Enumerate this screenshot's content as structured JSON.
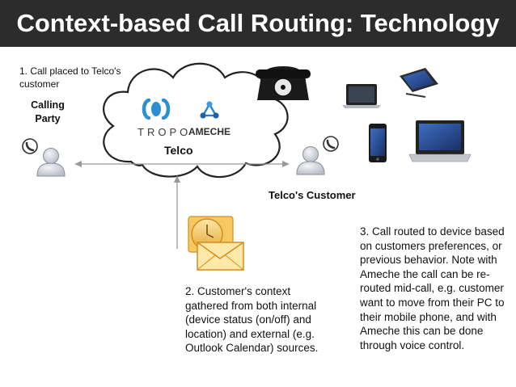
{
  "title": "Context-based Call Routing: Technology",
  "step1": "1. Call placed to Telco's customer",
  "calling_party": "Calling Party",
  "cloud_label": "Telco",
  "tropo_text": "TROPO",
  "ameche_text": "AMECHE",
  "customer_label": "Telco's Customer",
  "step2": "2. Customer's context gathered from both internal (device status (on/off) and location) and external (e.g. Outlook Calendar) sources.",
  "step3": "3. Call routed to device based on customers preferences, or previous behavior. Note with Ameche the call can be re-routed mid-call, e.g. customer want to move from their PC to their mobile phone, and with Ameche this can be done through voice control.",
  "colors": {
    "title_bg": "#2c2c2c",
    "tropo_blue": "#2c8fd0",
    "outlook_orange": "#f0a020",
    "arrow_gray": "#999999"
  },
  "icons": [
    "phone-icon",
    "user-icon",
    "envelope-clock-icon",
    "rotary-phone-icon",
    "laptop-icon",
    "tablet-icon",
    "smartphone-icon",
    "tropo-logo",
    "ameche-logo"
  ]
}
